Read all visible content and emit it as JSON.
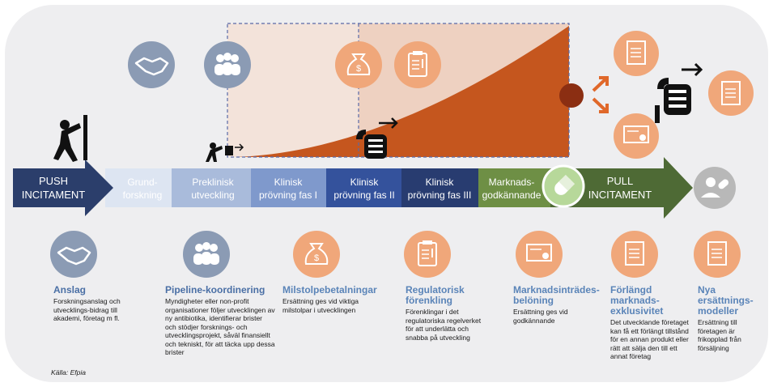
{
  "timeline": {
    "push_label_1": "PUSH",
    "push_label_2": "INCITAMENT",
    "pull_label_1": "PULL",
    "pull_label_2": "INCITAMENT",
    "segments": [
      {
        "l1": "Grund-",
        "l2": "forskning"
      },
      {
        "l1": "Preklinisk",
        "l2": "utveckling"
      },
      {
        "l1": "Klinisk",
        "l2": "prövning fas I"
      },
      {
        "l1": "Klinisk",
        "l2": "prövning fas II"
      },
      {
        "l1": "Klinisk",
        "l2": "prövning fas  III"
      },
      {
        "l1": "Marknads-",
        "l2": "godkännande"
      }
    ]
  },
  "columns": {
    "anslag": {
      "heading": "Anslag",
      "desc": "Forskningsanslag och utvecklings-bidrag till akademi, företag m fl."
    },
    "pipeline": {
      "heading": "Pipeline-koordinering",
      "desc": "Myndigheter eller non-profit organisationer följer utvecklingen av ny antibiotika, identifierar brister och stödjer forsknings- och utvecklingsprojekt, såväl finansiellt och tekniskt, för att täcka upp dessa brister"
    },
    "milstolp": {
      "heading": "Milstolpebetalningar",
      "desc": "Ersättning ges vid viktiga milstolpar i utvecklingen"
    },
    "regulatorisk": {
      "heading": "Regulatorisk förenkling",
      "desc": "Förenklingar i det regulatoriska regelverket för att underlätta och snabba på utveckling"
    },
    "marknad": {
      "heading": "Marknadsinträdes-belöning",
      "desc": "Ersättning ges vid godkännande"
    },
    "forlangd": {
      "heading": "Förlängd marknads-exklusivitet",
      "desc": "Det utvecklande företaget kan få ett förlängt tillstånd för en annan produkt eller rätt att sälja den till ett annat företag"
    },
    "nya": {
      "heading": "Nya ersättnings-modeller",
      "desc": "Ersättning till företagen är frikopplad från försäljning"
    }
  },
  "source": "Källa: Efpia",
  "colors": {
    "push_arrow": "#2b3e6b",
    "pull_arrow": "#4e6a35",
    "curve": "#c5561e",
    "icon_blue": "#8b9bb4",
    "icon_orange": "#f0a77a"
  },
  "icons": [
    "handshake-icon",
    "people-icon",
    "money-bag-icon",
    "clipboard-icon",
    "certificate-icon",
    "pill-icon",
    "hand-arrow-icon",
    "pushing-man-icon",
    "person-pill-icon",
    "document-icon"
  ]
}
